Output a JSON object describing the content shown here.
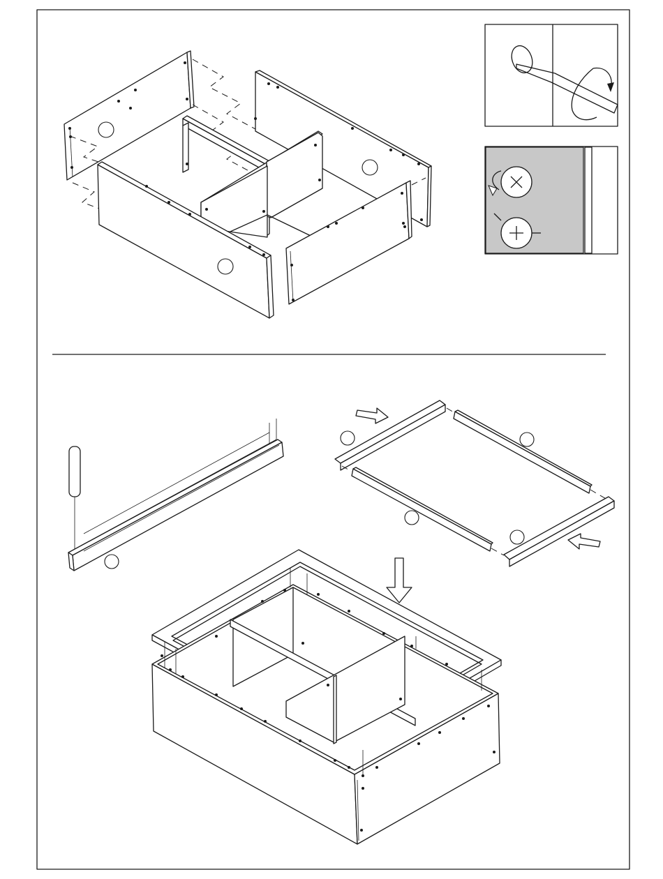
{
  "steps": [
    {
      "parts": [
        "cabinet-back-panel",
        "cabinet-side-panel",
        "cabinet-front-panel",
        "divider-long",
        "divider-short",
        "end-panel"
      ],
      "insets": [
        "screw-insert-detail",
        "cam-lock-detail"
      ]
    },
    {
      "parts": [
        "dowel",
        "rail",
        "top-frame",
        "cabinet-base"
      ],
      "insets": []
    }
  ],
  "icons": [
    "screwdriver-icon",
    "rotate-arrow-icon",
    "cam-lock-icon",
    "push-arrow-icon",
    "down-arrow-icon"
  ],
  "colors": {
    "line": "#1a1a1a",
    "paper": "#ffffff",
    "inset_fill": "#c8c8c8"
  }
}
